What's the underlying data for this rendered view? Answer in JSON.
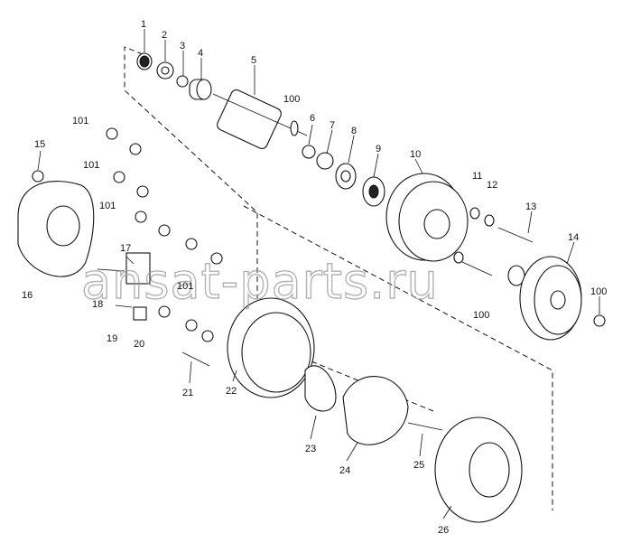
{
  "watermark": "ansat-parts.ru",
  "callouts": [
    {
      "id": "1"
    },
    {
      "id": "2"
    },
    {
      "id": "3"
    },
    {
      "id": "4"
    },
    {
      "id": "5"
    },
    {
      "id": "100"
    },
    {
      "id": "6"
    },
    {
      "id": "7"
    },
    {
      "id": "8"
    },
    {
      "id": "9"
    },
    {
      "id": "101"
    },
    {
      "id": "15"
    },
    {
      "id": "101"
    },
    {
      "id": "101"
    },
    {
      "id": "10"
    },
    {
      "id": "11"
    },
    {
      "id": "12"
    },
    {
      "id": "13"
    },
    {
      "id": "14"
    },
    {
      "id": "17"
    },
    {
      "id": "16"
    },
    {
      "id": "18"
    },
    {
      "id": "101"
    },
    {
      "id": "100"
    },
    {
      "id": "100"
    },
    {
      "id": "19"
    },
    {
      "id": "20"
    },
    {
      "id": "21"
    },
    {
      "id": "22"
    },
    {
      "id": "23"
    },
    {
      "id": "24"
    },
    {
      "id": "25"
    },
    {
      "id": "26"
    }
  ]
}
